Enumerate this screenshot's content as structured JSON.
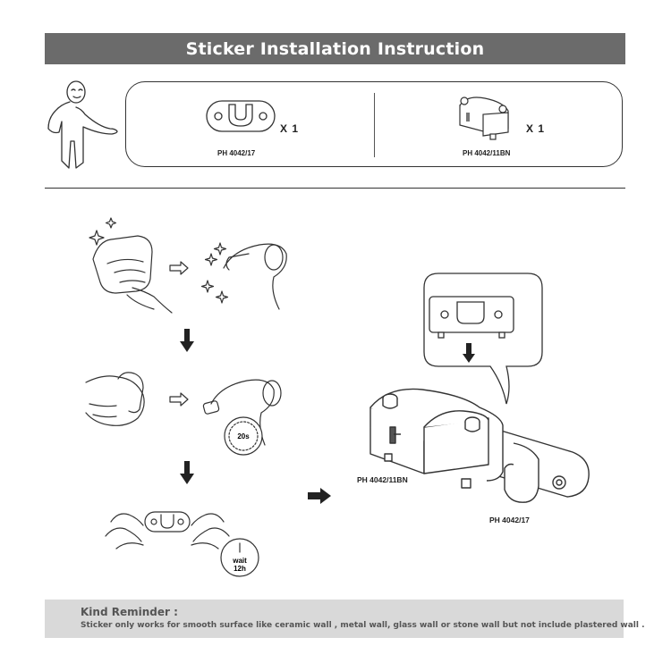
{
  "title": "Sticker Installation Instruction",
  "parts": [
    {
      "quantity": "X 1",
      "code": "PH 4042/17"
    },
    {
      "quantity": "X 1",
      "code": "PH 4042/11BN"
    }
  ],
  "steps": {
    "timer_badge": "20s",
    "wait_badge_line1": "wait",
    "wait_badge_line2": "12h"
  },
  "assembly_labels": {
    "holder": "PH 4042/11BN",
    "base": "PH 4042/17"
  },
  "reminder": {
    "title": "Kind Reminder :",
    "body": "Sticker only works for smooth surface like ceramic wall , metal wall, glass wall or stone wall but not include plastered wall ."
  },
  "colors": {
    "banner": "#6b6b6b",
    "reminder_bg": "#d9d9d9",
    "line": "#333333"
  }
}
